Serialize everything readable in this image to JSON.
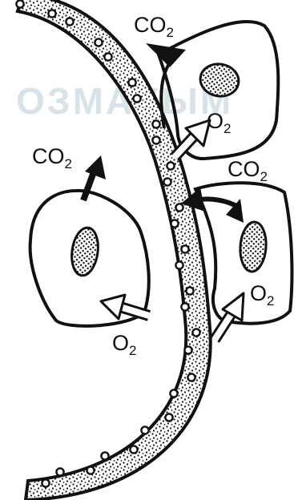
{
  "watermark": "ОЗМАХЫМ",
  "labels": {
    "co2": {
      "main": "CO",
      "sub": "2"
    },
    "o2": {
      "main": "O",
      "sub": "2"
    }
  },
  "colors": {
    "ink": "#111111",
    "paper": "#ffffff",
    "watermark": "#d6e4ea"
  }
}
